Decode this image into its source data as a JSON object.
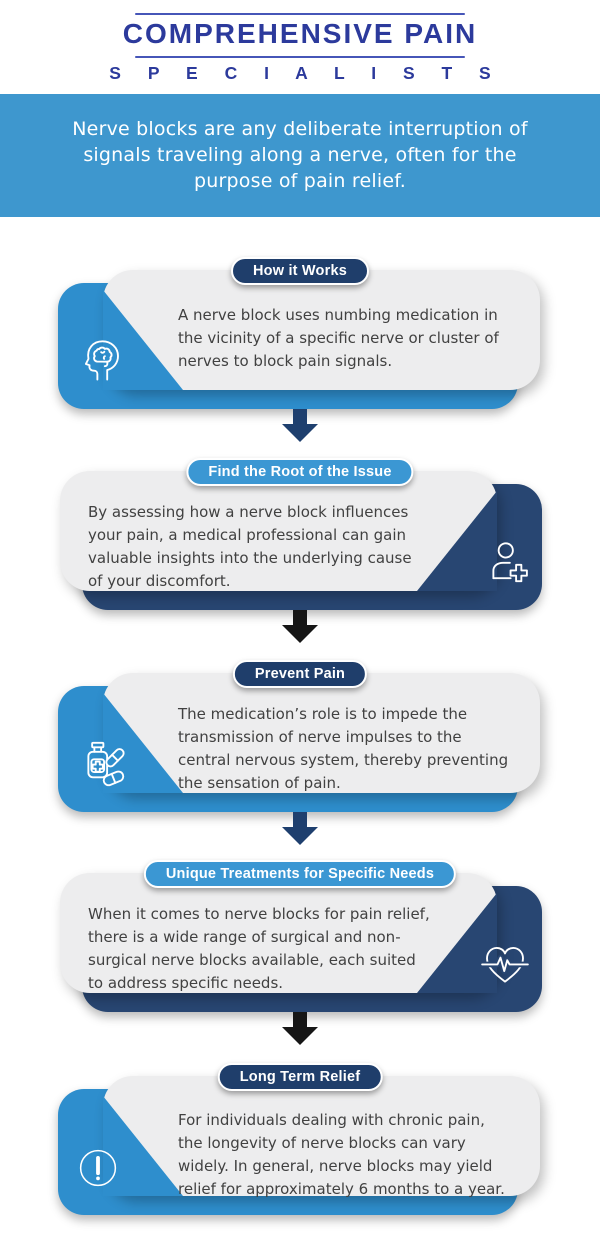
{
  "logo": {
    "title": "COMPREHENSIVE PAIN",
    "subtitle": "S P E C I A L I S T S"
  },
  "banner": {
    "lines": [
      "Nerve blocks are any deliberate interruption of",
      "signals traveling along a nerve, often for the",
      "purpose of pain relief."
    ]
  },
  "colors": {
    "logo_blue": "#2c3a9c",
    "logo_rule": "#4656b8",
    "banner_blue": "#3e97ce",
    "light_blue": "#2e8ecd",
    "navy_block": "#284672",
    "navy_pill": "#1f3e6b",
    "blue_pill": "#3b97d3",
    "card_gray": "#ededee",
    "arrow_navy": "#1e3f6e",
    "arrow_black": "#161616",
    "body_text": "#414141"
  },
  "sections": [
    {
      "title": "How it Works",
      "icon": "brain-head-icon",
      "body_lines": [
        "A nerve block uses numbing medication in",
        "the vicinity of a specific nerve or cluster of",
        "nerves to block pain signals."
      ]
    },
    {
      "title": "Find the Root of the Issue",
      "icon": "person-plus-icon",
      "body_lines": [
        "By assessing how a nerve block influences",
        "your pain, a medical professional can gain",
        "valuable insights into the underlying cause",
        "of your discomfort."
      ]
    },
    {
      "title": "Prevent Pain",
      "icon": "medicine-pills-icon",
      "body_lines": [
        "The medication’s role is to impede the",
        "transmission of nerve impulses to the",
        "central nervous system, thereby preventing",
        "the sensation of pain."
      ]
    },
    {
      "title": "Unique Treatments for Specific Needs",
      "icon": "heartbeat-icon",
      "body_lines": [
        "When it comes to nerve blocks for pain relief,",
        "there is a wide range of surgical and non-",
        "surgical nerve blocks available, each suited",
        "to address specific needs."
      ]
    },
    {
      "title": "Long Term Relief",
      "icon": "alert-circle-icon",
      "body_lines": [
        "For individuals dealing with chronic pain,",
        "the longevity of nerve blocks can vary",
        "widely. In general, nerve blocks may yield",
        "relief for approximately 6 months to a year."
      ]
    }
  ],
  "arrows": [
    {
      "direction": "down",
      "color": "#1e3f6e"
    },
    {
      "direction": "down",
      "color": "#161616"
    },
    {
      "direction": "down",
      "color": "#1e3f6e"
    },
    {
      "direction": "down",
      "color": "#161616"
    }
  ]
}
